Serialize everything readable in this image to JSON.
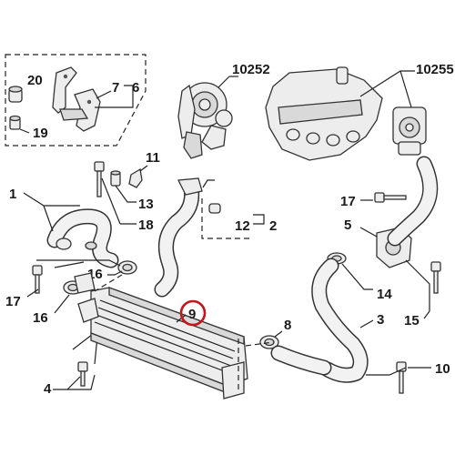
{
  "labels": {
    "p20": "20",
    "p19": "19",
    "p7": "7",
    "p6": "6",
    "p10252": "10252",
    "p10255": "10255",
    "p11": "11",
    "p1": "1",
    "p13": "13",
    "p18": "18",
    "p12": "12",
    "p2": "2",
    "p17a": "17",
    "p5": "5",
    "p16a": "16",
    "p17b": "17",
    "p16b": "16",
    "p9": "9",
    "p14": "14",
    "p15": "15",
    "p8": "8",
    "p3": "3",
    "p4": "4",
    "p10": "10"
  },
  "highlight": {
    "part": "9",
    "color": "#c0161c"
  }
}
